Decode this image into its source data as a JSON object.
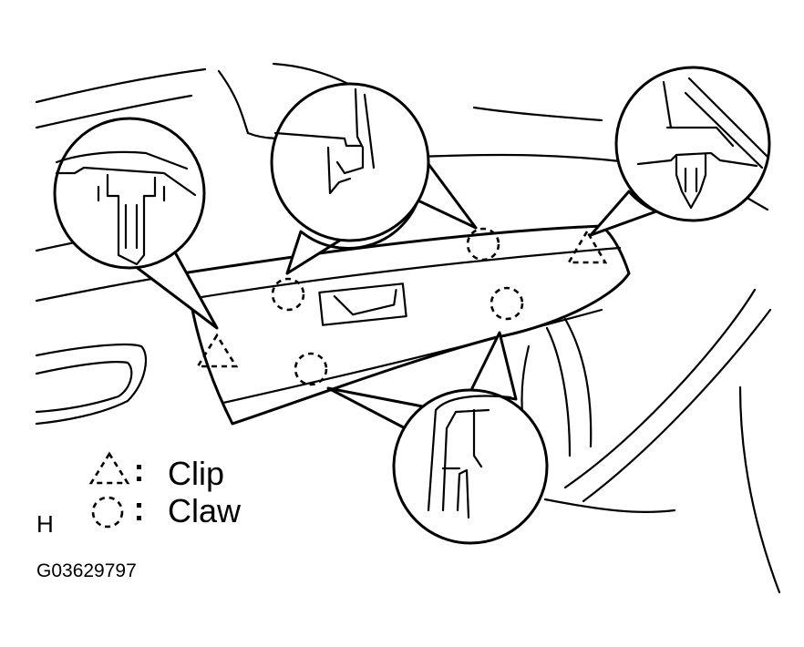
{
  "legend": {
    "clip_label": "Clip",
    "claw_label": "Claw",
    "clip_symbol": "dashed-triangle-icon",
    "claw_symbol": "dashed-circle-icon"
  },
  "view_letter": "H",
  "figure_code": "G03629797"
}
